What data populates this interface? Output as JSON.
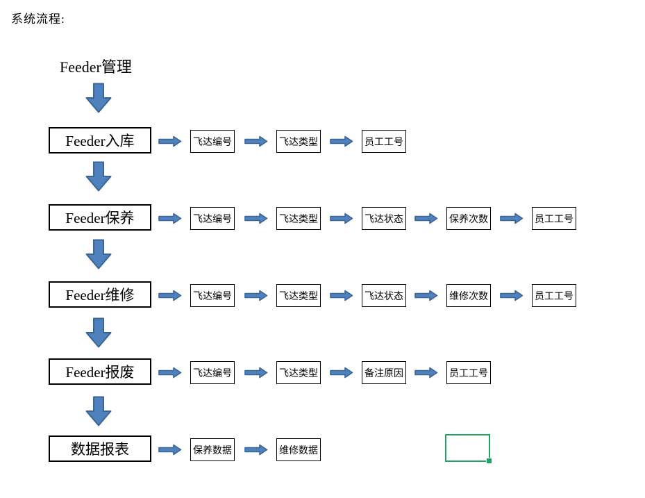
{
  "page": {
    "title": "系统流程:",
    "heading": "Feeder管理"
  },
  "flow": {
    "rows": [
      {
        "main": "Feeder入库",
        "items": [
          "飞达编号",
          "飞达类型",
          "员工工号"
        ]
      },
      {
        "main": "Feeder保养",
        "items": [
          "飞达编号",
          "飞达类型",
          "飞达状态",
          "保养次数",
          "员工工号"
        ]
      },
      {
        "main": "Feeder维修",
        "items": [
          "飞达编号",
          "飞达类型",
          "飞达状态",
          "维修次数",
          "员工工号"
        ]
      },
      {
        "main": "Feeder报废",
        "items": [
          "飞达编号",
          "飞达类型",
          "备注原因",
          "员工工号"
        ]
      },
      {
        "main": "数据报表",
        "items": [
          "保养数据",
          "维修数据"
        ]
      }
    ]
  },
  "icons": {
    "down_arrow": "down-arrow-icon",
    "right_arrow": "right-arrow-icon"
  },
  "colors": {
    "background": "#FFFFFF",
    "arrow_fill": "#4F81BD",
    "arrow_border": "#3A6497",
    "box_border": "#000000",
    "text": "#000000",
    "selection_border": "#21A366"
  }
}
